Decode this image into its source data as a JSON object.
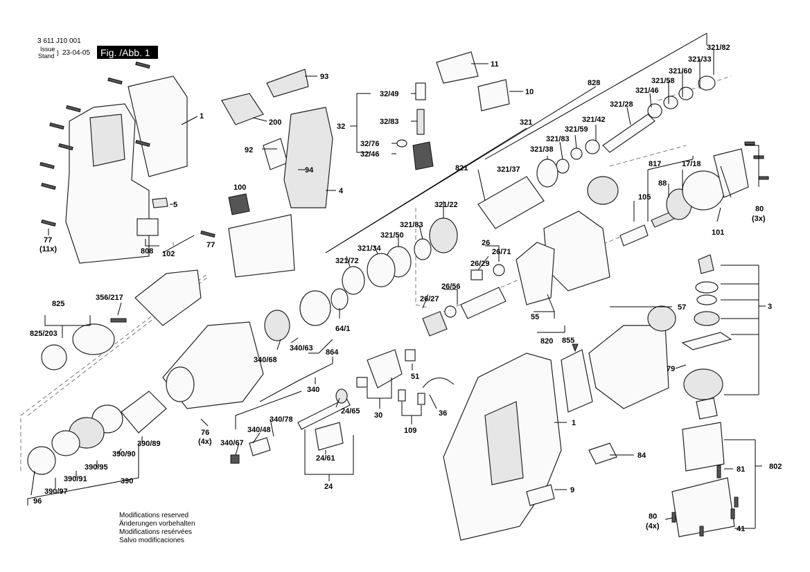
{
  "header": {
    "doc_number": "3 611 J10 001",
    "issue_label_en": "Issue",
    "issue_label_de": "Stand",
    "issue_date": "23-04-05",
    "figure_label": "Fig. /Abb. 1"
  },
  "notes": [
    "Modifications reserved",
    "Änderungen vorbehalten",
    "Modifications resérvées",
    "Salvo modificaciones"
  ],
  "labels": [
    {
      "id": "l1a",
      "text": "1"
    },
    {
      "id": "l93",
      "text": "93"
    },
    {
      "id": "l200",
      "text": "200"
    },
    {
      "id": "l92",
      "text": "92"
    },
    {
      "id": "l94",
      "text": "94"
    },
    {
      "id": "l4",
      "text": "4"
    },
    {
      "id": "l100",
      "text": "100"
    },
    {
      "id": "l5",
      "text": "5"
    },
    {
      "id": "l808",
      "text": "808"
    },
    {
      "id": "l77a",
      "text": "77"
    },
    {
      "id": "l77b",
      "text": "(11x)"
    },
    {
      "id": "l102",
      "text": "102"
    },
    {
      "id": "l77c",
      "text": "77"
    },
    {
      "id": "l11",
      "text": "11"
    },
    {
      "id": "l10",
      "text": "10"
    },
    {
      "id": "l3249",
      "text": "32/49"
    },
    {
      "id": "l3283",
      "text": "32/83"
    },
    {
      "id": "l32",
      "text": "32"
    },
    {
      "id": "l3276",
      "text": "32/76"
    },
    {
      "id": "l3246",
      "text": "32/46"
    },
    {
      "id": "l32182",
      "text": "321/82"
    },
    {
      "id": "l32133",
      "text": "321/33"
    },
    {
      "id": "l32160",
      "text": "321/60"
    },
    {
      "id": "l32158",
      "text": "321/58"
    },
    {
      "id": "l32146",
      "text": "321/46"
    },
    {
      "id": "l828",
      "text": "828"
    },
    {
      "id": "l32128",
      "text": "321/28"
    },
    {
      "id": "l32142",
      "text": "321/42"
    },
    {
      "id": "l32159",
      "text": "321/59"
    },
    {
      "id": "l321",
      "text": "321"
    },
    {
      "id": "l32183a",
      "text": "321/83"
    },
    {
      "id": "l32138",
      "text": "321/38"
    },
    {
      "id": "l821",
      "text": "821"
    },
    {
      "id": "l32137",
      "text": "321/37"
    },
    {
      "id": "l32122",
      "text": "321/22"
    },
    {
      "id": "l32183b",
      "text": "321/83"
    },
    {
      "id": "l32150",
      "text": "321/50"
    },
    {
      "id": "l32134",
      "text": "321/34"
    },
    {
      "id": "l32172",
      "text": "321/72"
    },
    {
      "id": "l26",
      "text": "26"
    },
    {
      "id": "l2629",
      "text": "26/29"
    },
    {
      "id": "l2671",
      "text": "26/71"
    },
    {
      "id": "l2656",
      "text": "26/56"
    },
    {
      "id": "l2627",
      "text": "26/27"
    },
    {
      "id": "l817",
      "text": "817"
    },
    {
      "id": "l1718",
      "text": "17/18"
    },
    {
      "id": "l88",
      "text": "88"
    },
    {
      "id": "l105",
      "text": "105"
    },
    {
      "id": "l101",
      "text": "101"
    },
    {
      "id": "l80a",
      "text": "80"
    },
    {
      "id": "l80b",
      "text": "(3x)"
    },
    {
      "id": "l825",
      "text": "825"
    },
    {
      "id": "l356217",
      "text": "356/217"
    },
    {
      "id": "l825203",
      "text": "825/203"
    },
    {
      "id": "l641",
      "text": "64/1"
    },
    {
      "id": "l34063",
      "text": "340/63"
    },
    {
      "id": "l34068",
      "text": "340/68"
    },
    {
      "id": "l864",
      "text": "864"
    },
    {
      "id": "l340",
      "text": "340"
    },
    {
      "id": "l55",
      "text": "55"
    },
    {
      "id": "l57",
      "text": "57"
    },
    {
      "id": "l3",
      "text": "3"
    },
    {
      "id": "l820",
      "text": "820"
    },
    {
      "id": "l855",
      "text": "855"
    },
    {
      "id": "l51",
      "text": "51"
    },
    {
      "id": "l79",
      "text": "79"
    },
    {
      "id": "l76a",
      "text": "76"
    },
    {
      "id": "l76b",
      "text": "(4x)"
    },
    {
      "id": "l34078",
      "text": "340/78"
    },
    {
      "id": "l34048",
      "text": "340/48"
    },
    {
      "id": "l34067",
      "text": "340/67"
    },
    {
      "id": "l2465",
      "text": "24/65"
    },
    {
      "id": "l30",
      "text": "30"
    },
    {
      "id": "l36",
      "text": "36"
    },
    {
      "id": "l109",
      "text": "109"
    },
    {
      "id": "l1b",
      "text": "1"
    },
    {
      "id": "l2461",
      "text": "24/61"
    },
    {
      "id": "l24",
      "text": "24"
    },
    {
      "id": "l84",
      "text": "84"
    },
    {
      "id": "l802",
      "text": "802"
    },
    {
      "id": "l81",
      "text": "81"
    },
    {
      "id": "l9",
      "text": "9"
    },
    {
      "id": "l80c",
      "text": "80"
    },
    {
      "id": "l80d",
      "text": "(4x)"
    },
    {
      "id": "l41",
      "text": "41"
    },
    {
      "id": "l39089",
      "text": "390/89"
    },
    {
      "id": "l39090",
      "text": "390/90"
    },
    {
      "id": "l39095",
      "text": "390/95"
    },
    {
      "id": "l390",
      "text": "390"
    },
    {
      "id": "l39091",
      "text": "390/91"
    },
    {
      "id": "l39097",
      "text": "390/97"
    },
    {
      "id": "l96",
      "text": "96"
    }
  ]
}
